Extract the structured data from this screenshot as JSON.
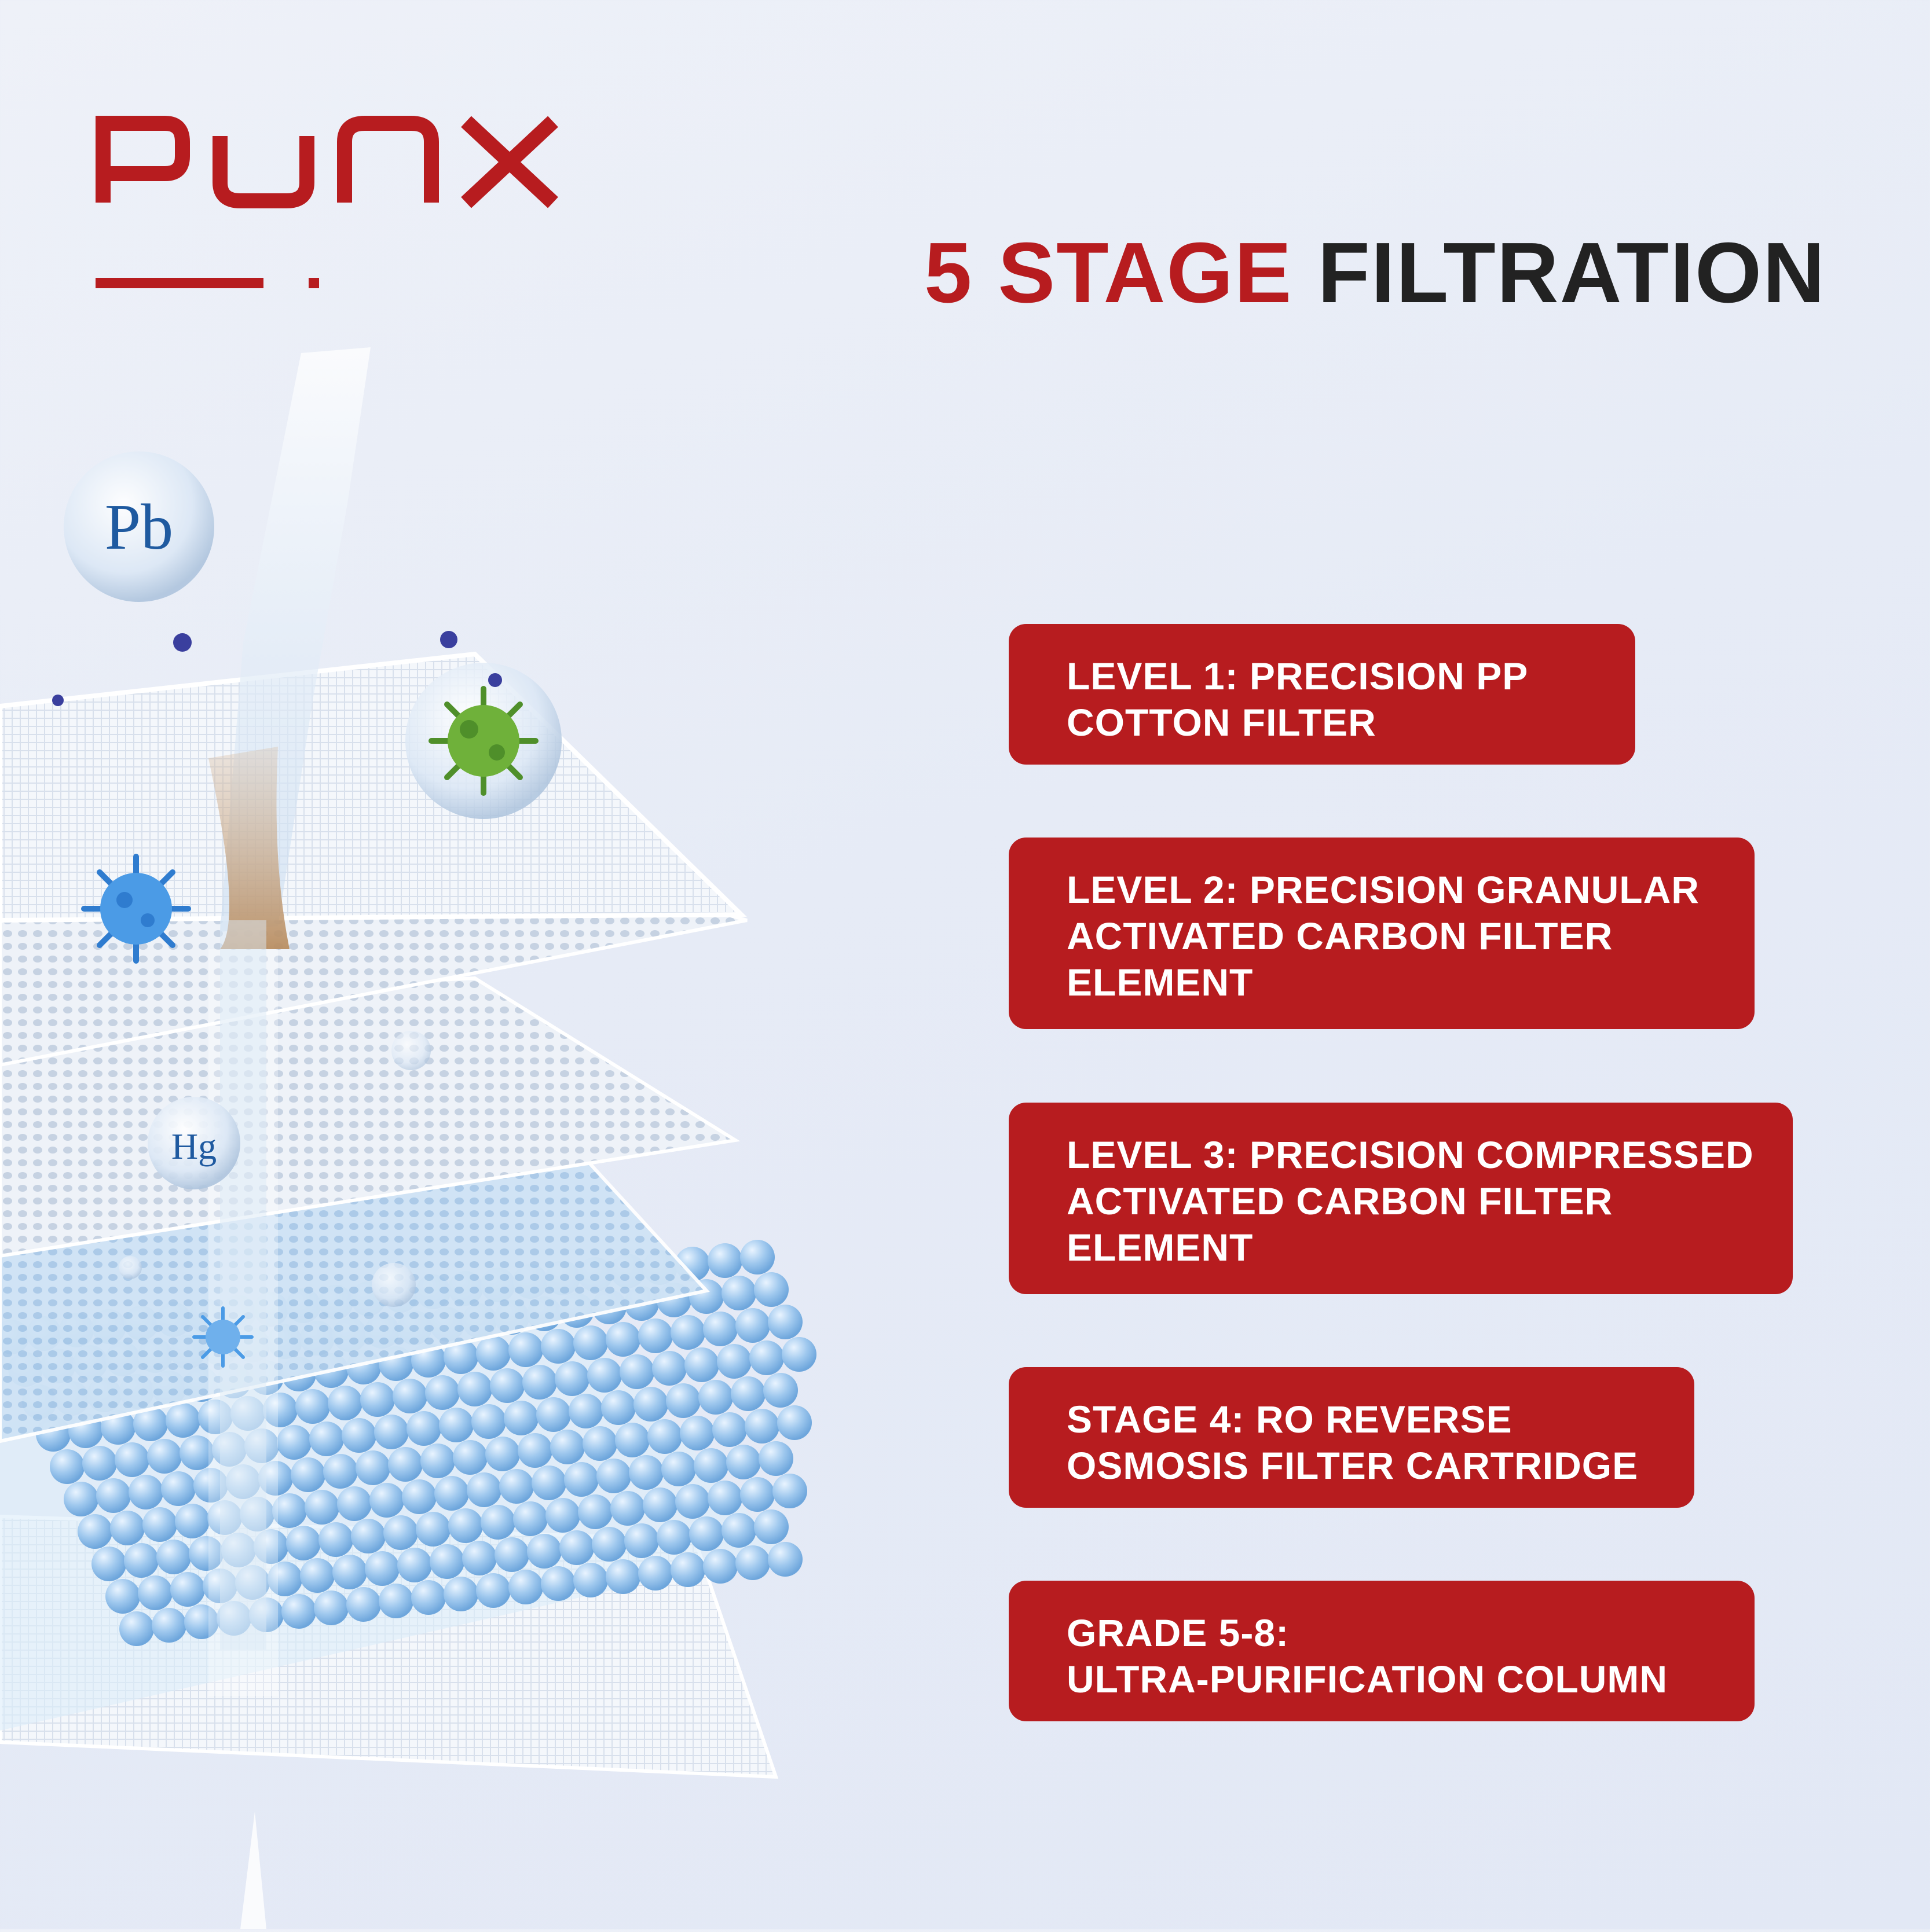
{
  "brand": {
    "name": "PUNX",
    "color": "#b71c1f"
  },
  "headline": {
    "accent": "5 STAGE",
    "rest": "FILTRATION",
    "accent_color": "#b71c1f",
    "rest_color": "#222222"
  },
  "illustration": {
    "element_labels": [
      "Pb",
      "Hg"
    ],
    "icons": [
      "water-stream-icon",
      "virus-icon",
      "bubble-icon",
      "filter-mesh-icon",
      "bead-layer-icon"
    ]
  },
  "levels": [
    {
      "text": "LEVEL 1: PRECISION PP\nCOTTON FILTER"
    },
    {
      "text": "LEVEL 2: PRECISION GRANULAR\nACTIVATED CARBON FILTER\nELEMENT"
    },
    {
      "text": "LEVEL 3: PRECISION COMPRESSED\nACTIVATED CARBON FILTER\nELEMENT"
    },
    {
      "text": "STAGE 4: RO REVERSE\nOSMOSIS FILTER CARTRIDGE"
    },
    {
      "text": "GRADE 5-8:\nULTRA-PURIFICATION COLUMN"
    }
  ]
}
